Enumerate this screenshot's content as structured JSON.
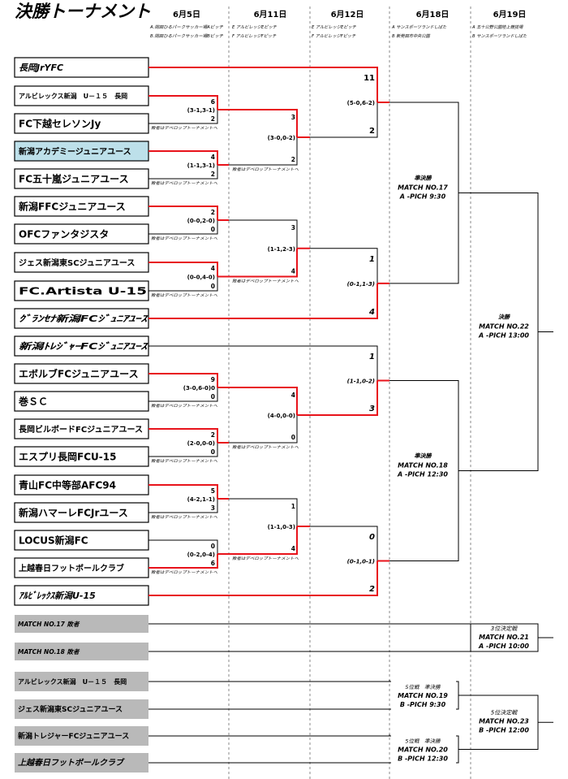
{
  "title": "決勝トーナメント",
  "rounds": [
    {
      "date": "6月5日",
      "venues": [
        "A.岡田ひるパークサッカー場Aピッチ",
        "B.岡田ひるパークサッカー場Bピッチ"
      ]
    },
    {
      "date": "6月11日",
      "venues": [
        "E アルビレッジEピッチ",
        "F アルビレッジFピッチ"
      ]
    },
    {
      "date": "6月12日",
      "venues": [
        "E アルビレッジEピッチ",
        "F アルビレッジFピッチ"
      ]
    },
    {
      "date": "6月18日",
      "venues": [
        "A サンスポーツランドしばた",
        "B 新発田市中央公園"
      ]
    },
    {
      "date": "6月19日",
      "venues": [
        "A 五十公野公園陸上競技場",
        "B サンスポーツランドしばた"
      ]
    }
  ],
  "teams": [
    {
      "name": "長岡JrYFC",
      "style": "i"
    },
    {
      "name": "アルビレックス新潟　U－１５　長岡",
      "style": "s"
    },
    {
      "name": "FC下越セレソンJy",
      "style": "n"
    },
    {
      "name": "新潟アカデミージュニアユース",
      "style": "h"
    },
    {
      "name": "FC五十嵐ジュニアユース",
      "style": "n"
    },
    {
      "name": "新潟FFCジュニアユース",
      "style": "n"
    },
    {
      "name": "OFCファンタジスタ",
      "style": "n"
    },
    {
      "name": "ジェス新潟東SCジュニアユース",
      "style": "m"
    },
    {
      "name": "FC.Artista U-15",
      "style": "n"
    },
    {
      "name": "ｸﾞﾗﾝｾﾅ新潟FCｼﾞｭﾆｱﾕｰｽ",
      "style": "i"
    },
    {
      "name": "新潟ﾄﾚｼﾞｬｰFCｼﾞｭﾆｱﾕｰｽ",
      "style": "i"
    },
    {
      "name": "エボルブFCジュニアユース",
      "style": "n"
    },
    {
      "name": "巻ＳＣ",
      "style": "n"
    },
    {
      "name": "長岡ビルボードFCジュニアユース",
      "style": "m"
    },
    {
      "name": "エスプリ長岡FCU-15",
      "style": "n"
    },
    {
      "name": "青山FC中等部AFC94",
      "style": "n"
    },
    {
      "name": "新潟ハマーレFCJrユース",
      "style": "n"
    },
    {
      "name": "LOCUS新潟FC",
      "style": "n"
    },
    {
      "name": "上越春日フットボールクラブ",
      "style": "m"
    },
    {
      "name": "ｱﾙﾋﾞﾚｯｸｽ新潟U-15",
      "style": "i"
    }
  ],
  "r1": [
    {
      "a": "6",
      "b": "2",
      "pk": "(3-1,3-1)"
    },
    {
      "a": "4",
      "b": "2",
      "pk": "(1-1,3-1)"
    },
    {
      "a": "2",
      "b": "0",
      "pk": "(0-0,2-0)"
    },
    {
      "a": "4",
      "b": "0",
      "pk": "(0-0,4-0)"
    },
    {
      "a": "9",
      "b": "0",
      "pk": "(3-0,6-0)0"
    },
    {
      "a": "2",
      "b": "0",
      "pk": "(2-0,0-0)"
    },
    {
      "a": "5",
      "b": "3",
      "pk": "(4-2,1-1)"
    },
    {
      "a": "0",
      "b": "6",
      "pk": "(0-2,0-4)"
    }
  ],
  "r2": [
    {
      "a": "3",
      "b": "2",
      "pk": "(3-0,0-2)"
    },
    {
      "a": "3",
      "b": "4",
      "pk": "(1-1,2-3)"
    },
    {
      "a": "4",
      "b": "0",
      "pk": "(4-0,0-0)"
    },
    {
      "a": "1",
      "b": "4",
      "pk": "(1-1,0-3)"
    }
  ],
  "r3": [
    {
      "a": "11",
      "b": "2",
      "pk": "(5-0,6-2)"
    },
    {
      "a": "1",
      "b": "4",
      "pk": "(0-1,1-3)"
    },
    {
      "a": "1",
      "b": "3",
      "pk": "(1-1,0-2)"
    },
    {
      "a": "0",
      "b": "2",
      "pk": "(0-1,0-1)"
    }
  ],
  "loser_note": "敗者はデベロップトーナメントへ",
  "semis": [
    {
      "label": "準決勝",
      "match": "MATCH NO.17",
      "venue": "A -PICH 9:30"
    },
    {
      "label": "準決勝",
      "match": "MATCH NO.18",
      "venue": "A -PICH 12:30"
    }
  ],
  "final": {
    "label": "決勝",
    "match": "MATCH NO.22",
    "venue": "A -PICH 13:00"
  },
  "third_place": {
    "entrants": [
      "MATCH NO.17 敗者",
      "MATCH NO.18 敗者"
    ],
    "label": "3位決定戦",
    "match": "MATCH NO.21",
    "venue": "A -PICH 10:00"
  },
  "fifth_place": {
    "entrants": [
      "アルビレックス新潟　U－１５　長岡",
      "ジェス新潟東SCジュニアユース",
      "新潟トレジャーFCジュニアユース",
      "上越春日フットボールクラブ"
    ],
    "entrant_styles": [
      "s",
      "m",
      "m",
      "i"
    ],
    "semis": [
      {
        "label": "5位戦　準決勝",
        "match": "MATCH NO.19",
        "venue": "B -PICH 9:30"
      },
      {
        "label": "5位戦　準決勝",
        "match": "MATCH NO.20",
        "venue": "B -PICH 12:30"
      }
    ],
    "final": {
      "label": "5位決定戦",
      "match": "MATCH NO.23",
      "venue": "B -PICH 12:00"
    }
  },
  "colors": {
    "win": "#e8131b",
    "line": "#000000",
    "highlight": "#bde0ea",
    "gray": "#b9b9b9",
    "divider": "#888888"
  }
}
